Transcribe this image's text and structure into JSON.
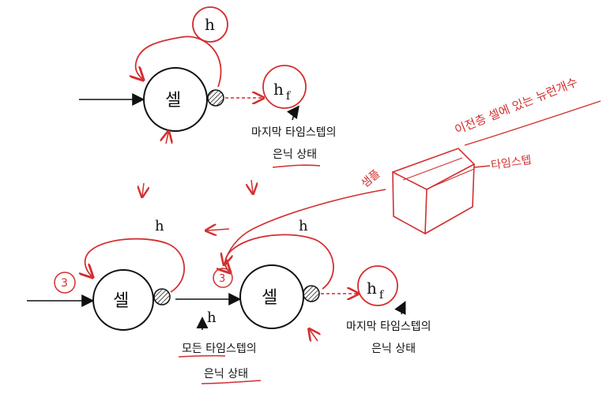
{
  "colors": {
    "ink": "#111111",
    "red": "#d32f2f"
  },
  "top": {
    "h_label": "h",
    "cell_label": "셀",
    "hf_label": "h",
    "hf_sub": "f",
    "caption_line1": "마지막 타임스텝의",
    "caption_line2": "은닉 상태"
  },
  "bottom": {
    "h_label_left": "h",
    "h_label_right": "h",
    "cell1_label": "셀",
    "cell2_label": "셀",
    "num_left": "3",
    "num_right": "3",
    "mid_h": "h",
    "hf_label": "h",
    "hf_sub": "f",
    "caption_left_line1": "모든 타임스텝의",
    "caption_left_line2": "은닉 상태",
    "caption_right_line1": "마지막 타임스텝의",
    "caption_right_line2": "은닉 상태"
  },
  "box_annotations": {
    "sample": "샘플",
    "timestep": "타임스텝",
    "hidden_units": "이전층 셀에 있는 뉴런개수"
  }
}
